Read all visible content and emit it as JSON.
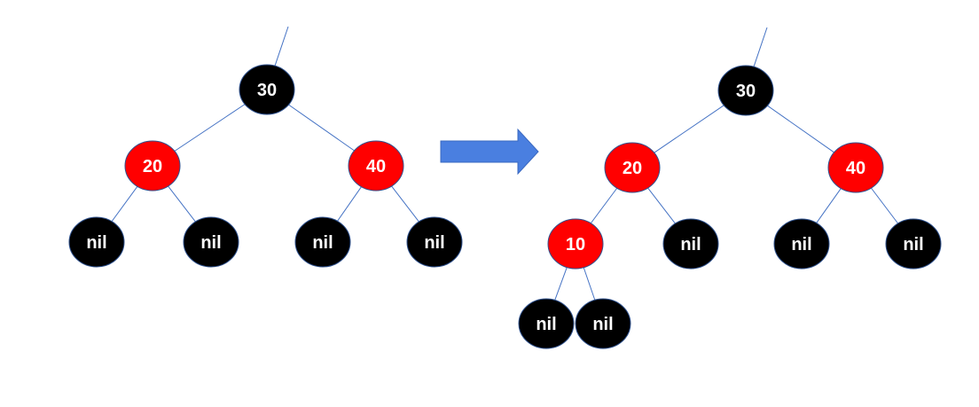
{
  "colors": {
    "red_node": "#FF0000",
    "black_node": "#000000",
    "edge": "#4472C4",
    "node_outline": "#2F528F",
    "label": "#FFFFFF",
    "arrow": "#4A7FE0"
  },
  "arrow_icon": "right-arrow-icon",
  "trees": [
    {
      "id": "before",
      "nodes": [
        {
          "id": "n30",
          "label": "30",
          "color": "black",
          "parent": null
        },
        {
          "id": "n20",
          "label": "20",
          "color": "red",
          "parent": "n30"
        },
        {
          "id": "n40",
          "label": "40",
          "color": "red",
          "parent": "n30"
        },
        {
          "id": "nil1",
          "label": "nil",
          "color": "black",
          "parent": "n20"
        },
        {
          "id": "nil2",
          "label": "nil",
          "color": "black",
          "parent": "n20"
        },
        {
          "id": "nil3",
          "label": "nil",
          "color": "black",
          "parent": "n40"
        },
        {
          "id": "nil4",
          "label": "nil",
          "color": "black",
          "parent": "n40"
        }
      ]
    },
    {
      "id": "after",
      "nodes": [
        {
          "id": "n30",
          "label": "30",
          "color": "black",
          "parent": null
        },
        {
          "id": "n20",
          "label": "20",
          "color": "red",
          "parent": "n30"
        },
        {
          "id": "n40",
          "label": "40",
          "color": "red",
          "parent": "n30"
        },
        {
          "id": "n10",
          "label": "10",
          "color": "red",
          "parent": "n20"
        },
        {
          "id": "nil2",
          "label": "nil",
          "color": "black",
          "parent": "n20"
        },
        {
          "id": "nil3",
          "label": "nil",
          "color": "black",
          "parent": "n40"
        },
        {
          "id": "nil4",
          "label": "nil",
          "color": "black",
          "parent": "n40"
        },
        {
          "id": "nil5",
          "label": "nil",
          "color": "black",
          "parent": "n10"
        },
        {
          "id": "nil6",
          "label": "nil",
          "color": "black",
          "parent": "n10"
        }
      ]
    }
  ]
}
